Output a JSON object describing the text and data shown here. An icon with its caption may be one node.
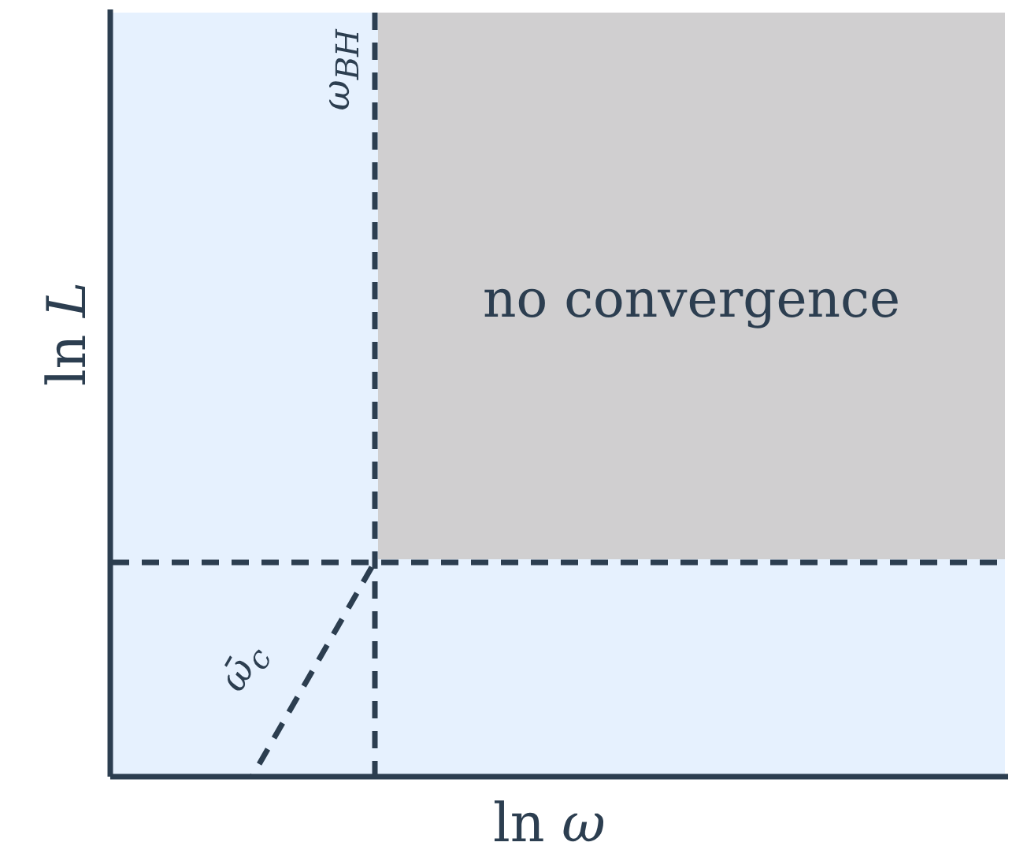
{
  "diagram": {
    "nodes": [
      {
        "text": [
          "no convergence"
        ]
      }
    ],
    "edges": [],
    "labels": [
      "ω$_{BH}$",
      "ln *L*",
      "ω̄$_{c}$",
      "ln *ω*"
    ]
  }
}
